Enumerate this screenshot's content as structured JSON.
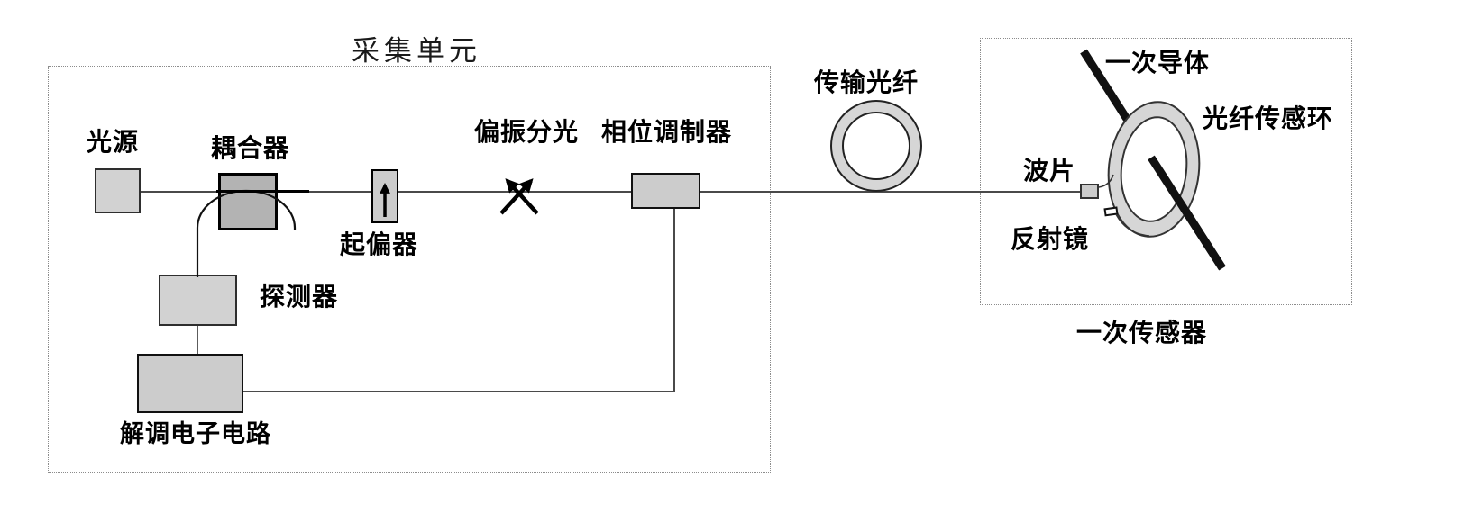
{
  "figure": {
    "type": "fiber-optic-current-sensor-schematic",
    "components": {
      "acquisition_unit": "采集单元",
      "light_source": "光源",
      "coupler": "耦合器",
      "polarizer": "起偏器",
      "polarization_splitter": "偏振分光",
      "phase_modulator": "相位调制器",
      "detector": "探测器",
      "demodulation_circuit": "解调电子电路",
      "transmission_fiber": "传输光纤",
      "primary_conductor": "一次导体",
      "fiber_sensing_ring": "光纤传感环",
      "wave_plate": "波片",
      "reflector": "反射镜",
      "primary_sensor": "一次传感器"
    },
    "colors": {
      "component_fill": "#d2d2d2",
      "coupler_fill": "#b3b3b3",
      "ring_fill": "#d6d6d6",
      "fiber_line": "#4a4a4a",
      "ink": "#000000",
      "frame_border": "#8c8c8c"
    }
  }
}
